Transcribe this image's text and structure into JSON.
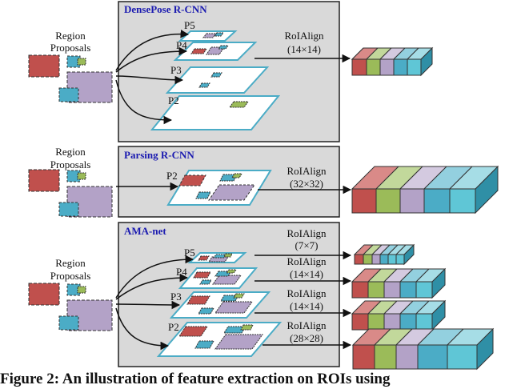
{
  "colors": {
    "red": "#c0504d",
    "green": "#9bbb59",
    "purple": "#b3a2c7",
    "blue": "#4bacc6",
    "cyan": "#5fc6d6",
    "frame": "#4bacc6",
    "panel_bg": "#d9d9d9",
    "title": "#1a1ab0"
  },
  "panels": [
    {
      "title": "DensePose R-CNN",
      "region_label": [
        "Region",
        "Proposals"
      ],
      "levels": [
        "P5",
        "P4",
        "P3",
        "P2"
      ],
      "roi": [
        "RoIAlign",
        "(14×14)"
      ]
    },
    {
      "title": "Parsing R-CNN",
      "region_label": [
        "Region",
        "Proposals"
      ],
      "levels": [
        "P2"
      ],
      "roi": [
        "RoIAlign",
        "(32×32)"
      ]
    },
    {
      "title": "AMA-net",
      "region_label": [
        "Region",
        "Proposals"
      ],
      "levels": [
        "P5",
        "P4",
        "P3",
        "P2"
      ],
      "rois": [
        [
          "RoIAlign",
          "(7×7)"
        ],
        [
          "RoIAlign",
          "(14×14)"
        ],
        [
          "RoIAlign",
          "(14×14)"
        ],
        [
          "RoIAlign",
          "(28×28)"
        ]
      ]
    }
  ],
  "caption": "Figure 2: An illustration of feature extraction on ROIs using"
}
